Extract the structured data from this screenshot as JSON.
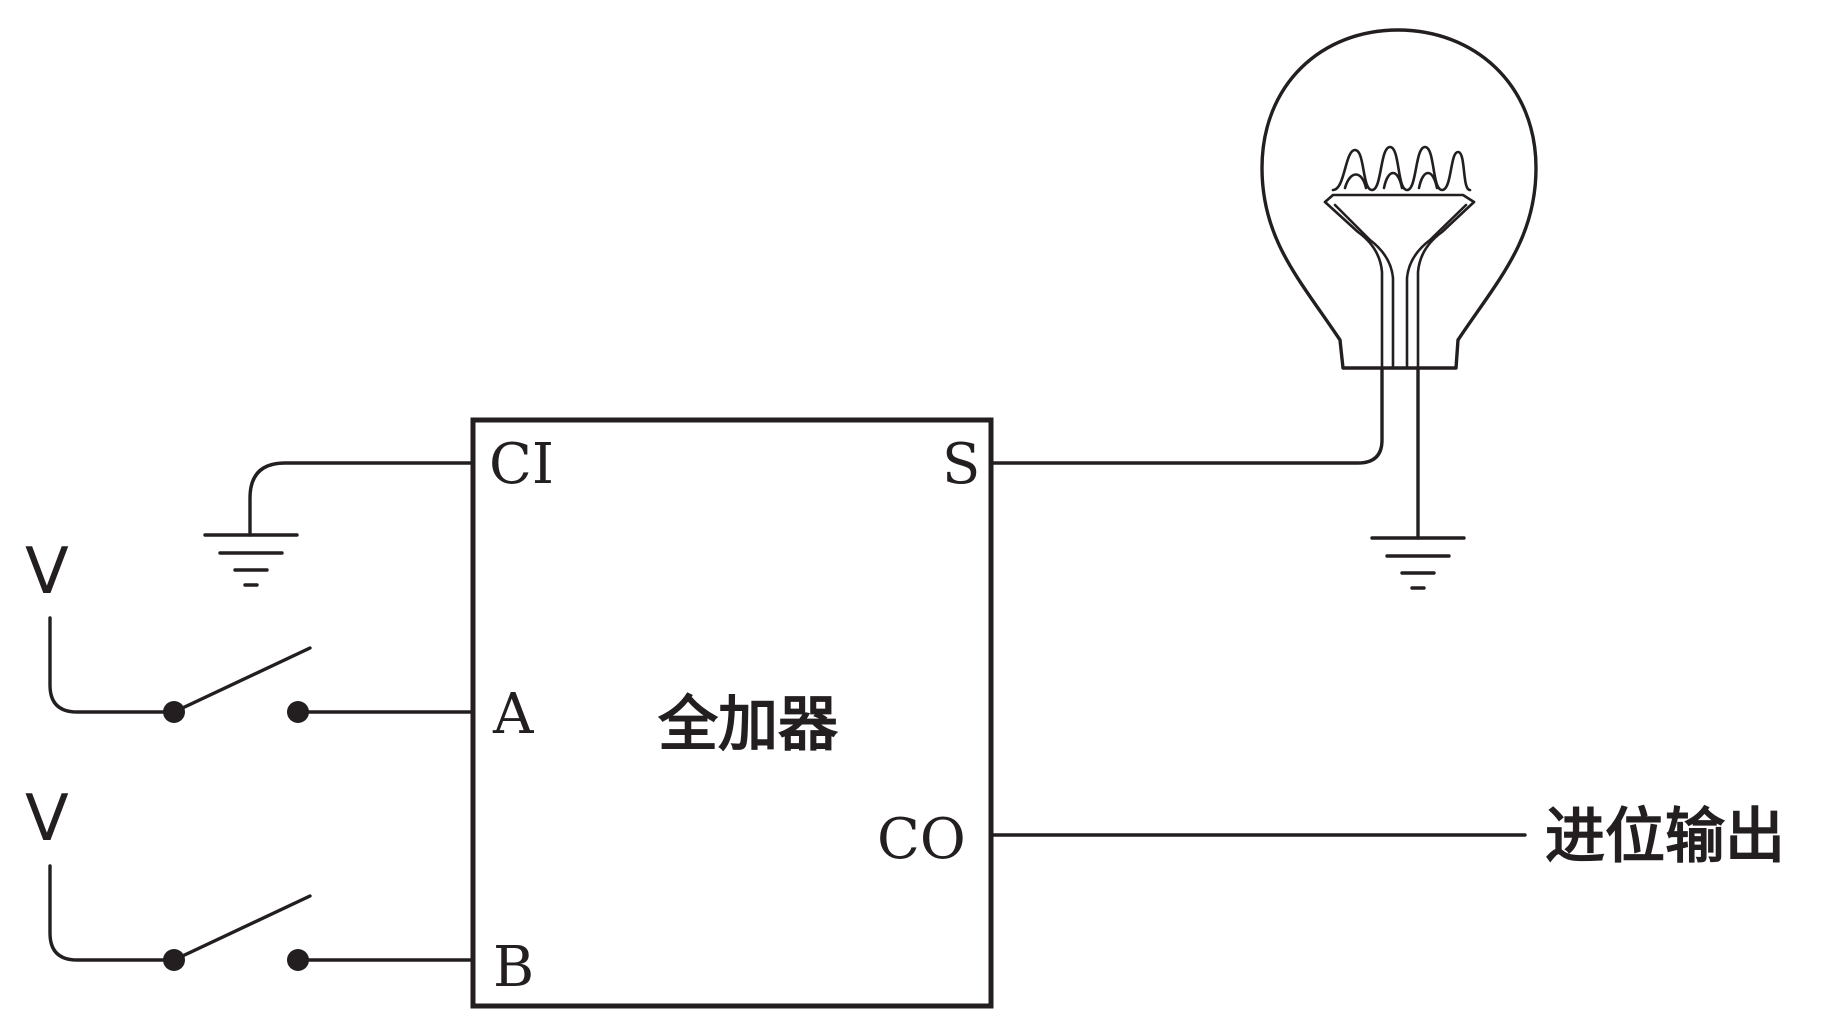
{
  "adder": {
    "title": "全加器",
    "pins": {
      "ci": "CI",
      "a": "A",
      "b": "B",
      "s": "S",
      "co": "CO"
    }
  },
  "inputs": {
    "voltage_a": "V",
    "voltage_b": "V"
  },
  "outputs": {
    "carry_out_label": "进位输出"
  },
  "colors": {
    "line": "#231f20",
    "background": "#ffffff"
  },
  "icons": [
    "light-bulb-icon",
    "ground-symbol-icon",
    "switch-icon"
  ]
}
